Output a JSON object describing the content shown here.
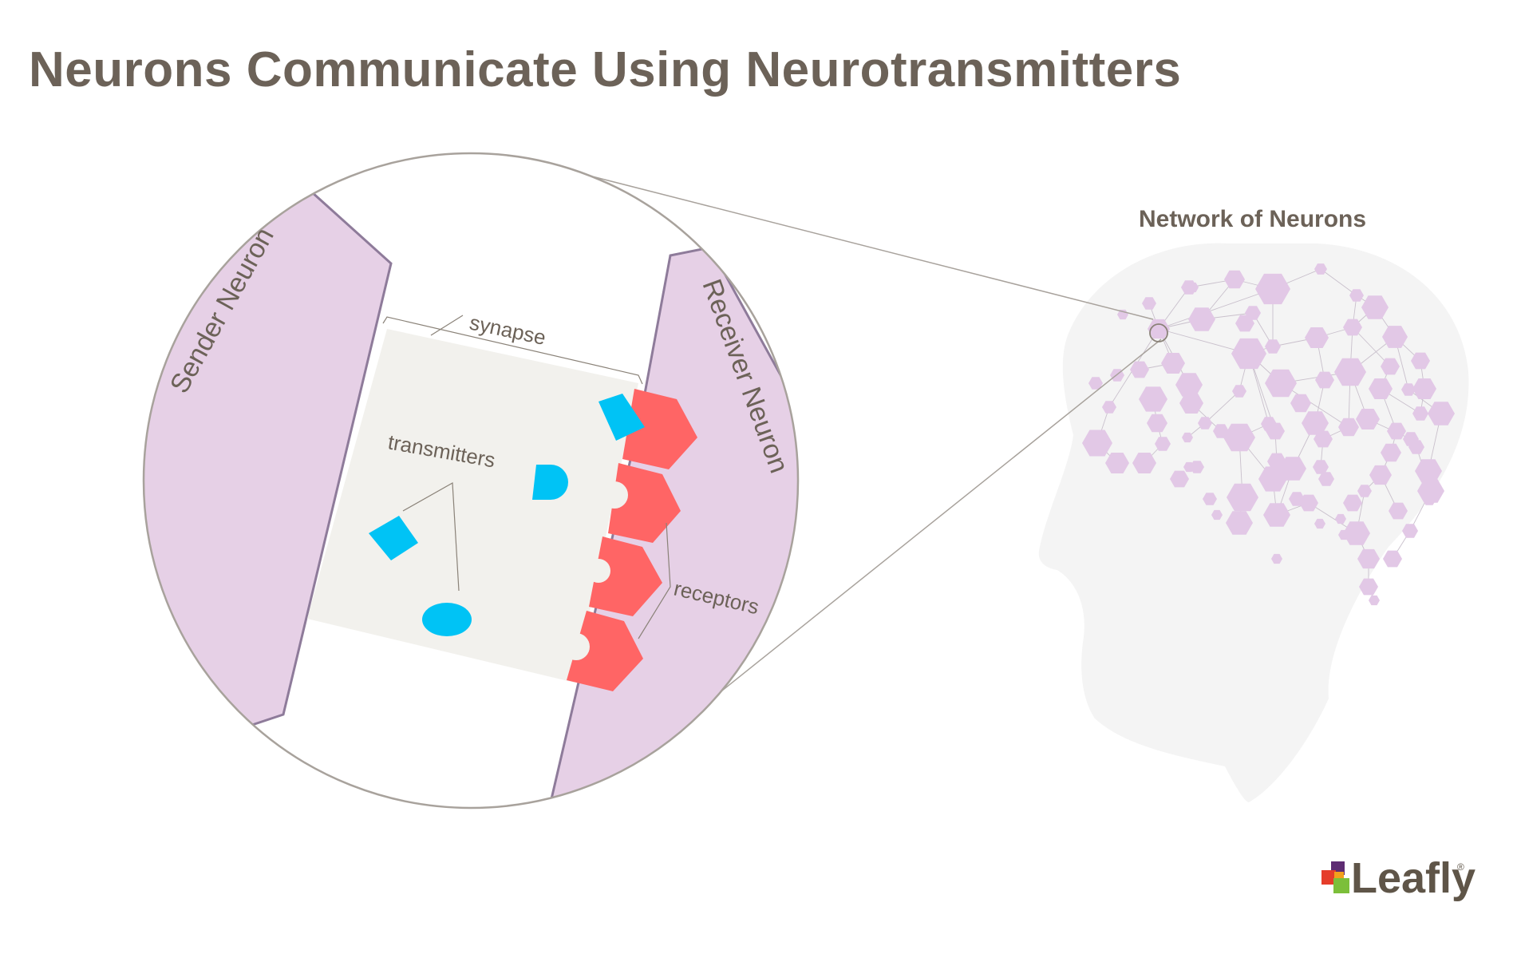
{
  "title": "Neurons Communicate Using Neurotransmitters",
  "labels": {
    "sender": "Sender Neuron",
    "receiver": "Receiver Neuron",
    "synapse": "synapse",
    "transmitters": "transmitters",
    "receptors": "receptors",
    "network": "Network of Neurons"
  },
  "logo": {
    "text": "Leafly",
    "mark": "®"
  },
  "colors": {
    "title": "#6c6258",
    "neuron_fill": "#e6d0e6",
    "neuron_edge": "#8e7b9a",
    "synapse_fill": "#f2f1ed",
    "receptor": "#ff6565",
    "transmitter": "#00c3f5",
    "head_fill": "#f4f4f4",
    "hexagon": "#e2c8e6",
    "logo_purple": "#5e2c73",
    "logo_red": "#e53d2a",
    "logo_green": "#7cbf3a",
    "logo_orange": "#f3a01c"
  }
}
